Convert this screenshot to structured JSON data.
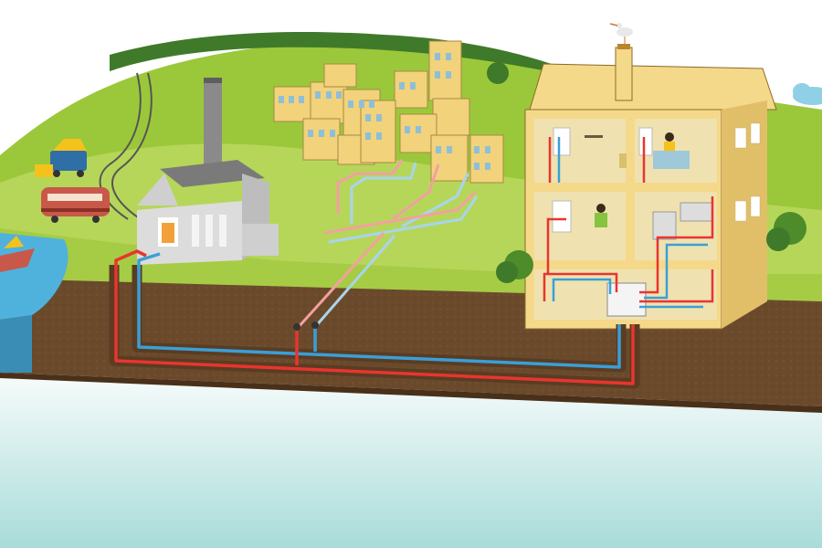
{
  "diagram": {
    "text_labels": []
  },
  "colors": {
    "sky_top": "#ffffff",
    "sky_bottom": "#a8dcd9",
    "hill_far": "#9bc83a",
    "hill_near": "#b6d65a",
    "field": "#aacf4f",
    "soil": "#6b4a2c",
    "soil_side": "#5a3c22",
    "water": "#4fb2dc",
    "pipe_hot": "#e8352f",
    "pipe_cold": "#3a9fd8",
    "pipe_hot_faded": "#f3a0a0",
    "pipe_cold_faded": "#a8d4ee",
    "factory_wall": "#d9d9d9",
    "factory_roof": "#8a8a8a",
    "building_wall": "#f2d27a",
    "house_wall": "#f5d98a",
    "house_interior": "#efe2b0",
    "train": "#c8584a",
    "cargo_yellow": "#f5c21b",
    "truck_cab": "#2f6fa6"
  },
  "elements": {
    "scene": "district-heating-scene",
    "factory": "heating-plant",
    "chimney": "plant-chimney",
    "flame": "plant-fire",
    "town": "apartment-block-cluster",
    "house": "cutaway-house",
    "heat_exchanger": "substation-heat-exchanger",
    "train": "train",
    "truck": "cargo-truck",
    "boat": "cargo-boat",
    "railway": "railway-track",
    "stork": "stork-on-chimney"
  },
  "icons": [
    "factory-icon",
    "flame-icon",
    "radiator-icon",
    "person-icon",
    "bird-icon",
    "train-icon",
    "truck-icon",
    "boat-icon",
    "tree-icon",
    "cloud-icon"
  ]
}
